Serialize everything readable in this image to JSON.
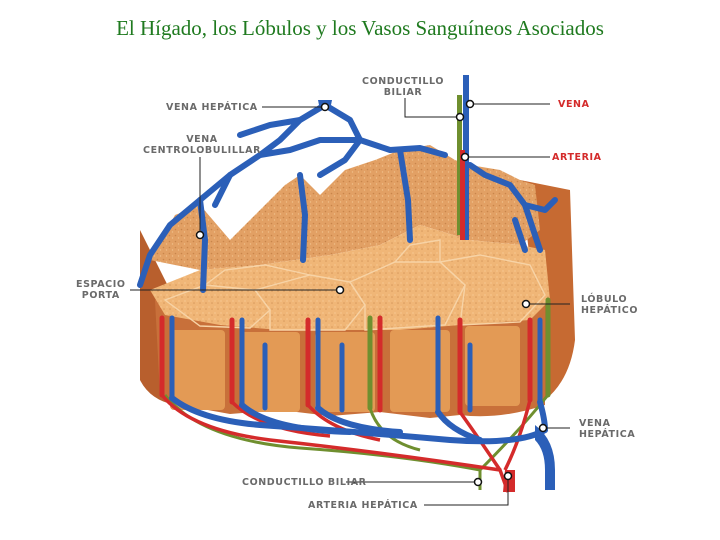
{
  "title": "El Hígado, los Lóbulos y los Vasos Sanguíneos Asociados",
  "labels": {
    "vena_hepatica_top": "VENA HEPÁTICA",
    "conductillo_biliar_top": "CONDUCTILLO\nBILIAR",
    "vena": "VENA",
    "arteria": "ARTERIA",
    "vena_centrolobulillar": "VENA\nCENTROLOBULILLAR",
    "espacio_porta": "ESPACIO\nPORTA",
    "lobulo_hepatico": "LÓBULO\nHEPÁTICO",
    "vena_hepatica_right": "VENA\nHEPÁTICA",
    "conductillo_biliar_bottom": "CONDUCTILLO BILIAR",
    "arteria_hepatica": "ARTERIA HEPÁTICA"
  },
  "colors": {
    "title": "#1f7a1f",
    "vein": "#2b5fb8",
    "artery": "#d42b2b",
    "bile_duct": "#6f8f2f",
    "tissue": "#e8a760",
    "tissue_side": "#c8703a",
    "label_gray": "#6a6a6a",
    "label_red": "#d42b2b"
  }
}
